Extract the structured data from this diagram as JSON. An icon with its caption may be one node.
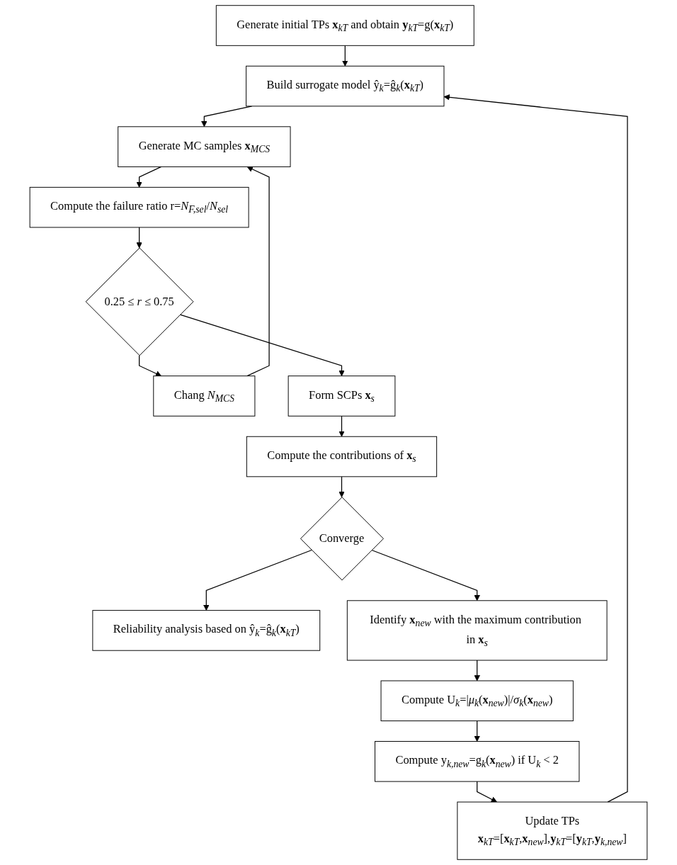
{
  "diagram": {
    "nodes": [
      {
        "text": [
          "Generate initial TPs **x**$_{kT}$ and obtain **y**$_{kT}$=g(**x**$_{kT}$)"
        ]
      },
      {
        "text": [
          "Build surrogate model ŷ$_{k}$=ĝ$_{k}$(**x**$_{kT}$)"
        ]
      },
      {
        "text": [
          "Generate MC samples **x**$_{MCS}$"
        ]
      },
      {
        "text": [
          "Compute the failure ratio r=*N*$_{F,sel}$/*N*$_{sel}$"
        ]
      },
      {
        "text": [
          "0.25 ≤ *r* ≤ 0.75"
        ]
      },
      {
        "text": [
          "Chang *N*$_{MCS}$"
        ]
      },
      {
        "text": [
          "Form SCPs **x**$_{s}$"
        ]
      },
      {
        "text": [
          "Compute the contributions of **x**$_{s}$"
        ]
      },
      {
        "text": [
          "Converge"
        ]
      },
      {
        "text": [
          "Reliability analysis based on ŷ$_{k}$=ĝ$_{k}$(**x**$_{kT}$)"
        ]
      },
      {
        "text": [
          "Identify **x**$_{new}$ with the maximum contribution in **x**$_{s}$"
        ]
      },
      {
        "text": [
          "Compute U$_{k}$=|*μ*$_{k}$(**x**$_{new}$)|/*σ*$_{k}$(**x**$_{new}$)"
        ]
      },
      {
        "text": [
          "Compute y$_{k,new}$=g$_{k}$(**x**$_{new}$) if U$_{k}$ < 2"
        ]
      },
      {
        "text": [
          "Update TPs",
          "**x**$_{kT}$=[**x**$_{kT}$,**x**$_{new}$],**y**$_{kT}$=[**y**$_{kT}$,**y**$_{k,new}$]"
        ]
      }
    ],
    "edges": [
      {
        "from": 0,
        "to": 1,
        "arrow": "to"
      },
      {
        "from": 1,
        "to": 2,
        "arrow": "to"
      },
      {
        "from": 2,
        "to": 3,
        "arrow": "to"
      },
      {
        "from": 3,
        "to": 4,
        "arrow": "to"
      },
      {
        "from": 4,
        "to": 5,
        "arrow": "to"
      },
      {
        "from": 5,
        "to": 2,
        "arrow": "to"
      },
      {
        "from": 4,
        "to": 6,
        "arrow": "to"
      },
      {
        "from": 6,
        "to": 7,
        "arrow": "to"
      },
      {
        "from": 7,
        "to": 8,
        "arrow": "to"
      },
      {
        "from": 8,
        "to": 9,
        "arrow": "to"
      },
      {
        "from": 8,
        "to": 10,
        "arrow": "to"
      },
      {
        "from": 10,
        "to": 11,
        "arrow": "to"
      },
      {
        "from": 11,
        "to": 12,
        "arrow": "to"
      },
      {
        "from": 12,
        "to": 13,
        "arrow": "to"
      },
      {
        "from": 13,
        "to": 1,
        "arrow": "to"
      }
    ]
  }
}
